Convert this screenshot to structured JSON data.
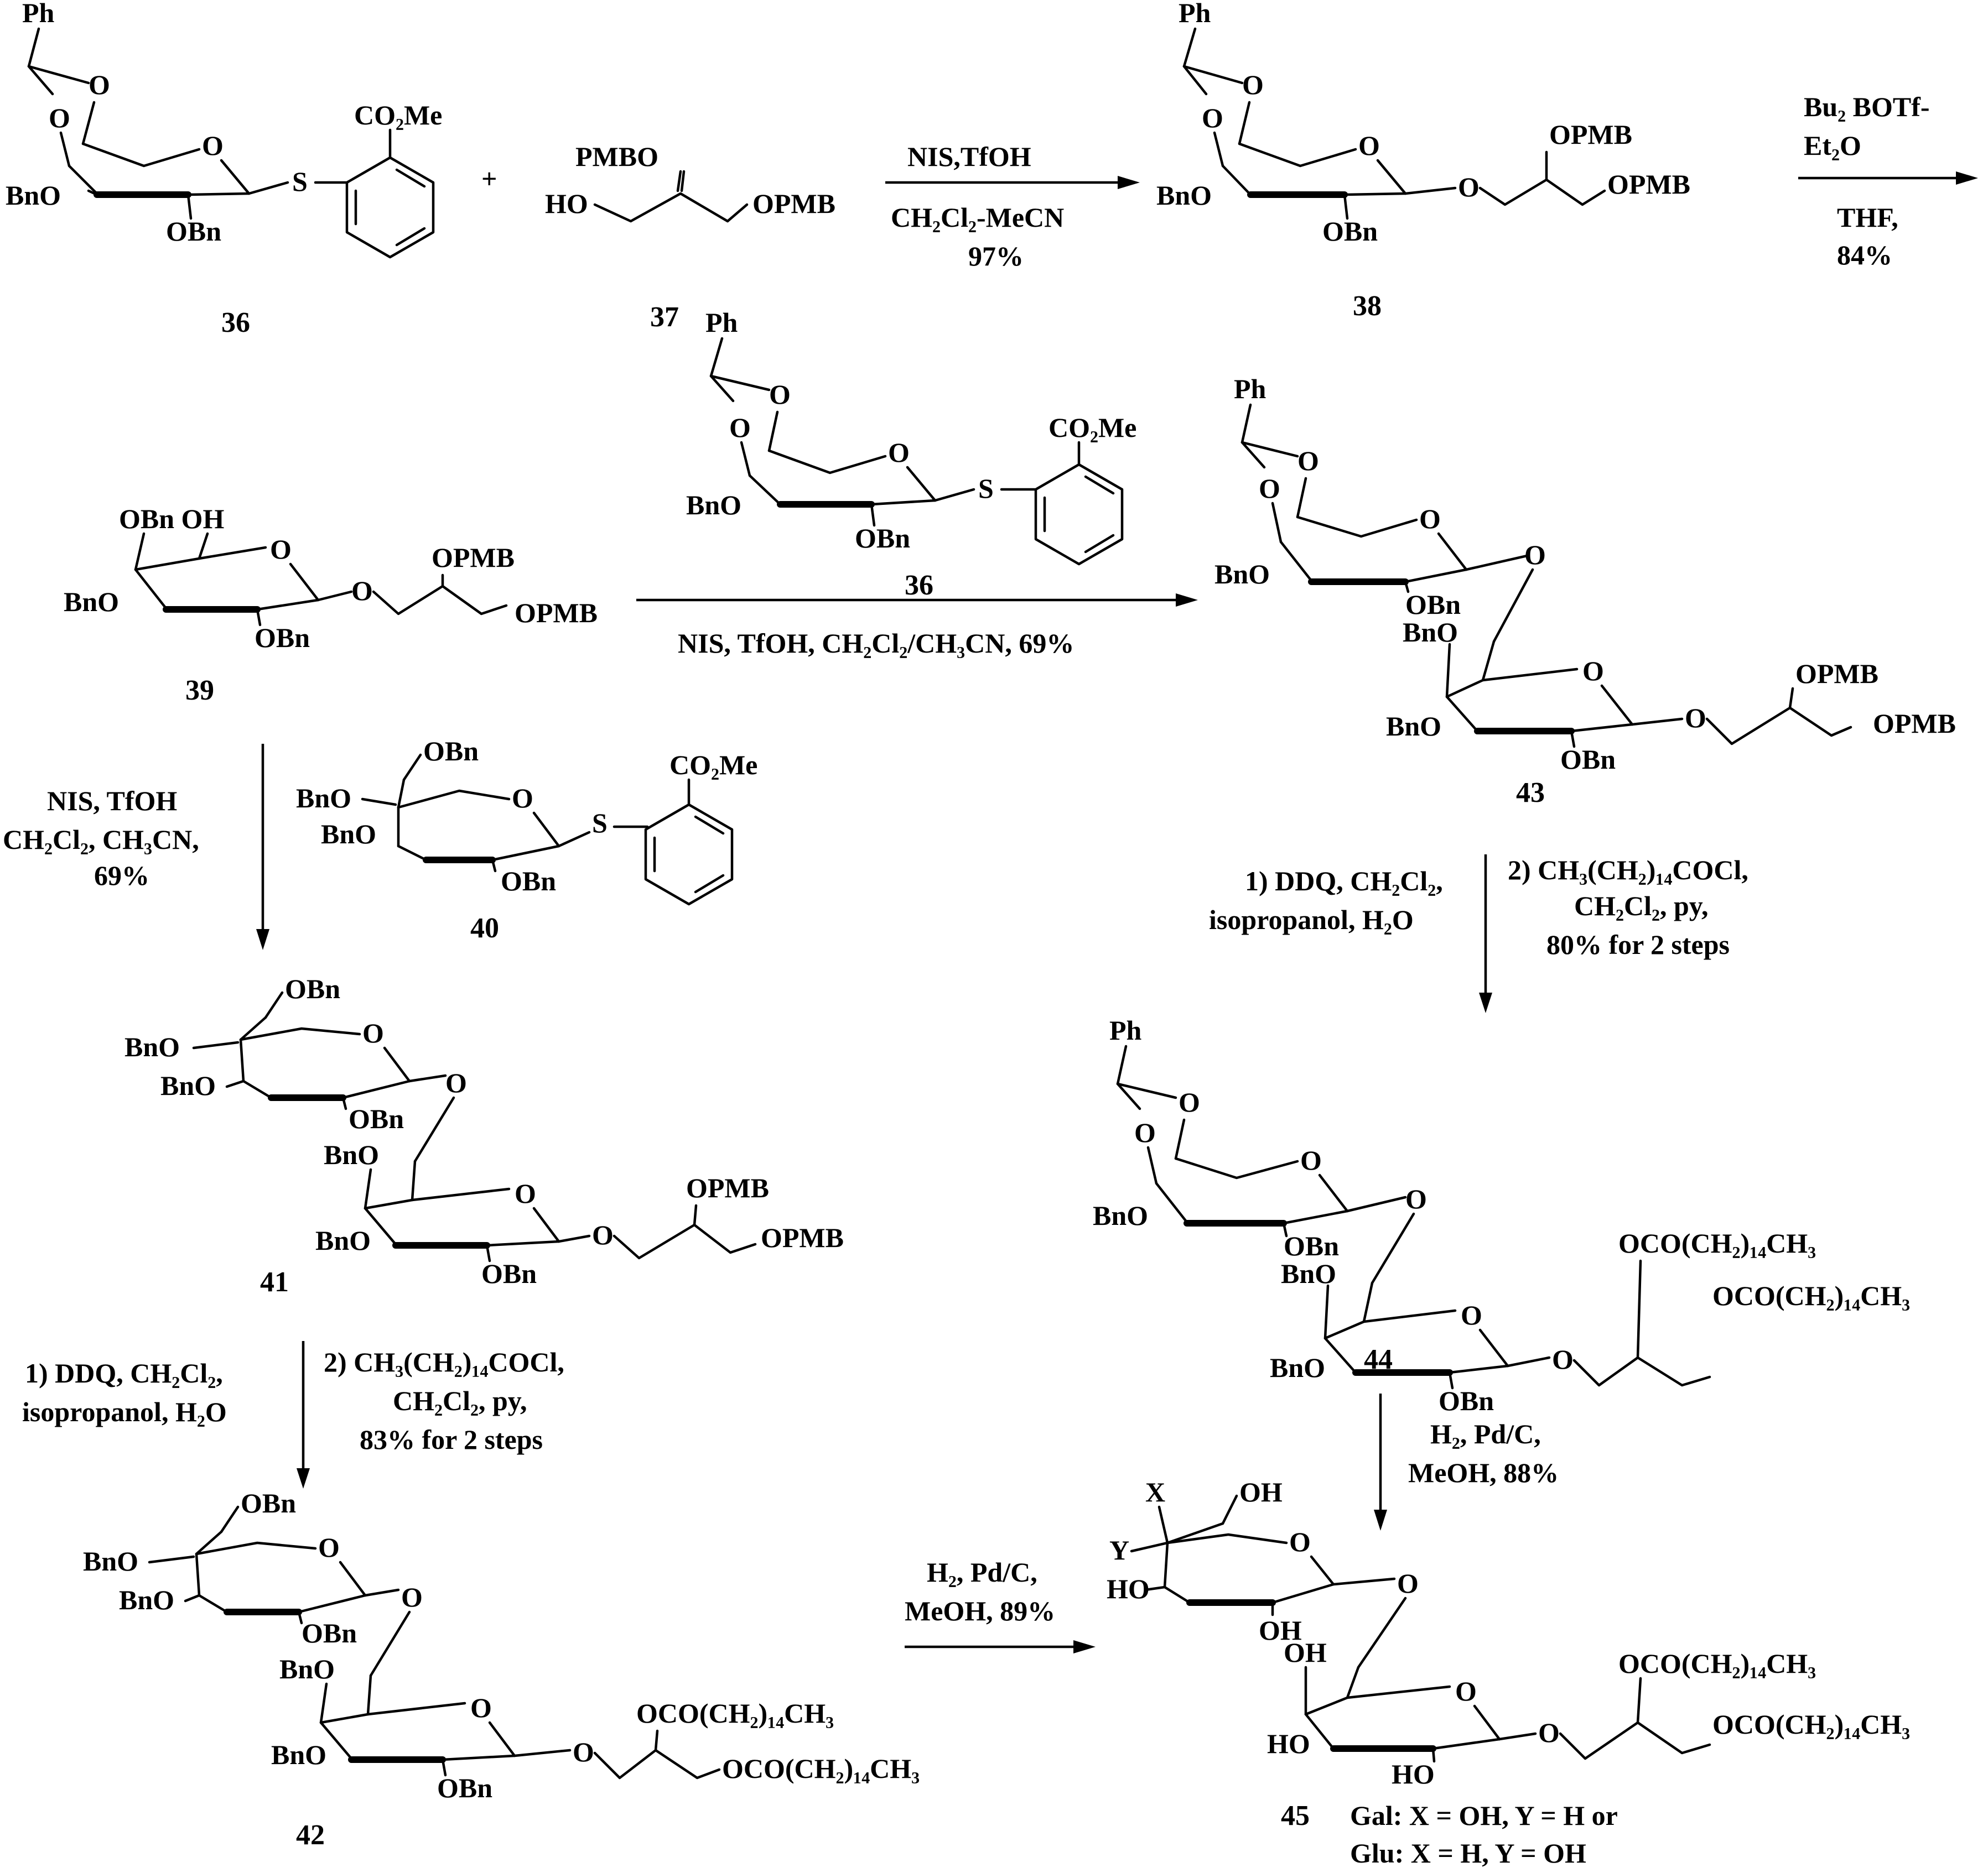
{
  "compounds": {
    "c36": {
      "number": "36",
      "labels": {
        "ph": "Ph",
        "o_ring": "O",
        "o_acetal": "O",
        "o_acetal2": "O",
        "bno": "BnO",
        "obn": "OBn",
        "s": "S",
        "co2me": "CO₂Me"
      }
    },
    "c37": {
      "number": "37",
      "labels": {
        "pmbo": "PMBO",
        "ho": "HO",
        "opmb": "OPMB"
      }
    },
    "c38": {
      "number": "38",
      "labels": {
        "ph": "Ph",
        "o_ring": "O",
        "o_acetal": "O",
        "o_acetal2": "O",
        "bno": "BnO",
        "obn": "OBn",
        "o_gly": "O",
        "opmb_a": "OPMB",
        "opmb_b": "OPMB"
      }
    },
    "c39": {
      "number": "39",
      "labels": {
        "obn_oh": "OBn OH",
        "o_ring": "O",
        "bno": "BnO",
        "obn": "OBn",
        "o_gly": "O",
        "opmb_a": "OPMB",
        "opmb_b": "OPMB"
      }
    },
    "c36b": {
      "number": "36",
      "labels": {
        "ph": "Ph",
        "o_ring": "O",
        "o_acetal": "O",
        "o_acetal2": "O",
        "bno": "BnO",
        "obn": "OBn",
        "s": "S",
        "co2me": "CO₂Me"
      }
    },
    "c40": {
      "number": "40",
      "labels": {
        "obn_top": "OBn",
        "bno_a": "BnO",
        "bno_b": "BnO",
        "o_ring": "O",
        "obn": "OBn",
        "s": "S",
        "co2me": "CO₂Me"
      }
    },
    "c41": {
      "number": "41",
      "labels": {
        "obn_top": "OBn",
        "bno_a": "BnO",
        "bno_b": "BnO",
        "o_ring_top": "O",
        "obn_top2": "OBn",
        "o_link": "O",
        "bno_c": "BnO",
        "bno_d": "BnO",
        "o_ring_bot": "O",
        "obn_bot": "OBn",
        "o_gly": "O",
        "opmb_a": "OPMB",
        "opmb_b": "OPMB"
      }
    },
    "c42": {
      "number": "42",
      "labels": {
        "obn_top": "OBn",
        "bno_a": "BnO",
        "bno_b": "BnO",
        "o_ring_top": "O",
        "obn_top2": "OBn",
        "o_link": "O",
        "bno_c": "BnO",
        "bno_d": "BnO",
        "o_ring_bot": "O",
        "obn_bot": "OBn",
        "o_gly": "O",
        "ester_a": "OCO(CH₂)₁₄CH₃",
        "ester_b": "OCO(CH₂)₁₄CH₃"
      }
    },
    "c43": {
      "number": "43",
      "labels": {
        "ph": "Ph",
        "o_acetal": "O",
        "o_acetal2": "O",
        "o_ring_top": "O",
        "bno_a": "BnO",
        "obn_top": "OBn",
        "o_link": "O",
        "bno_b": "BnO",
        "o_ring_bot": "O",
        "bno_c": "BnO",
        "obn_bot": "OBn",
        "o_gly": "O",
        "opmb_a": "OPMB",
        "opmb_b": "OPMB"
      }
    },
    "c44": {
      "number": "44",
      "labels": {
        "ph": "Ph",
        "o_acetal": "O",
        "o_acetal2": "O",
        "o_ring_top": "O",
        "bno_a": "BnO",
        "obn_top": "OBn",
        "o_link": "O",
        "bno_b": "BnO",
        "o_ring_bot": "O",
        "bno_c": "BnO",
        "obn_bot": "OBn",
        "o_gly": "O",
        "ester_a": "OCO(CH₂)₁₄CH₃",
        "ester_b": "OCO(CH₂)₁₄CH₃"
      }
    },
    "c45": {
      "number": "45",
      "labels": {
        "x": "X",
        "y": "Y",
        "oh_top": "OH",
        "o_ring_top": "O",
        "ho_a": "HO",
        "oh_a": "OH",
        "o_link": "O",
        "oh_b": "OH",
        "o_ring_bot": "O",
        "ho_b": "HO",
        "ho_c": "HO",
        "o_gly": "O",
        "ester_a": "OCO(CH₂)₁₄CH₃",
        "ester_b": "OCO(CH₂)₁₄CH₃"
      },
      "note_line1": "Gal: X = OH, Y = H or",
      "note_line2": "Glu: X = H, Y = OH"
    }
  },
  "plus_sign": "+",
  "reactions": {
    "r1": {
      "line1": "NIS,TfOH",
      "line2": "CH₂Cl₂-MeCN",
      "line3": "97%"
    },
    "r2": {
      "line1": "Bu₂ BOTf-",
      "line2": "Et₂O",
      "line3": "THF,",
      "line4": "84%"
    },
    "r3": {
      "line1": "NIS, TfOH, CH₂Cl₂/CH₃CN, 69%"
    },
    "r4": {
      "line1": "NIS, TfOH",
      "line2": "CH₂Cl₂, CH₃CN,",
      "line3": "69%"
    },
    "r5": {
      "left1": "1) DDQ, CH₂Cl₂,",
      "left2": "isopropanol, H₂O",
      "right1": "2) CH₃(CH₂)₁₄COCl,",
      "right2": "CH₂Cl₂, py,",
      "right3": "83% for 2 steps"
    },
    "r6": {
      "left1": "1) DDQ, CH₂Cl₂,",
      "left2": "isopropanol, H₂O",
      "right1": "2) CH₃(CH₂)₁₄COCl,",
      "right2": "CH₂Cl₂, py,",
      "right3": "80% for 2 steps"
    },
    "r7": {
      "line1": "H₂, Pd/C,",
      "line2": "MeOH, 88%"
    },
    "r8": {
      "line1": "H₂, Pd/C,",
      "line2": "MeOH, 89%"
    }
  }
}
